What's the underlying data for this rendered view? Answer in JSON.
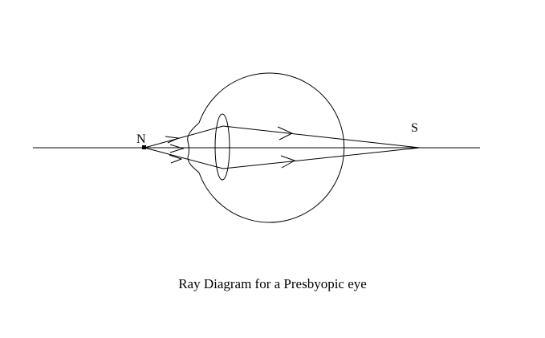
{
  "diagram": {
    "labels": {
      "near_point": "N",
      "image_point": "S"
    },
    "caption": "Ray Diagram for a Presbyopic eye",
    "colors": {
      "stroke": "#000000",
      "background": "#ffffff"
    }
  }
}
